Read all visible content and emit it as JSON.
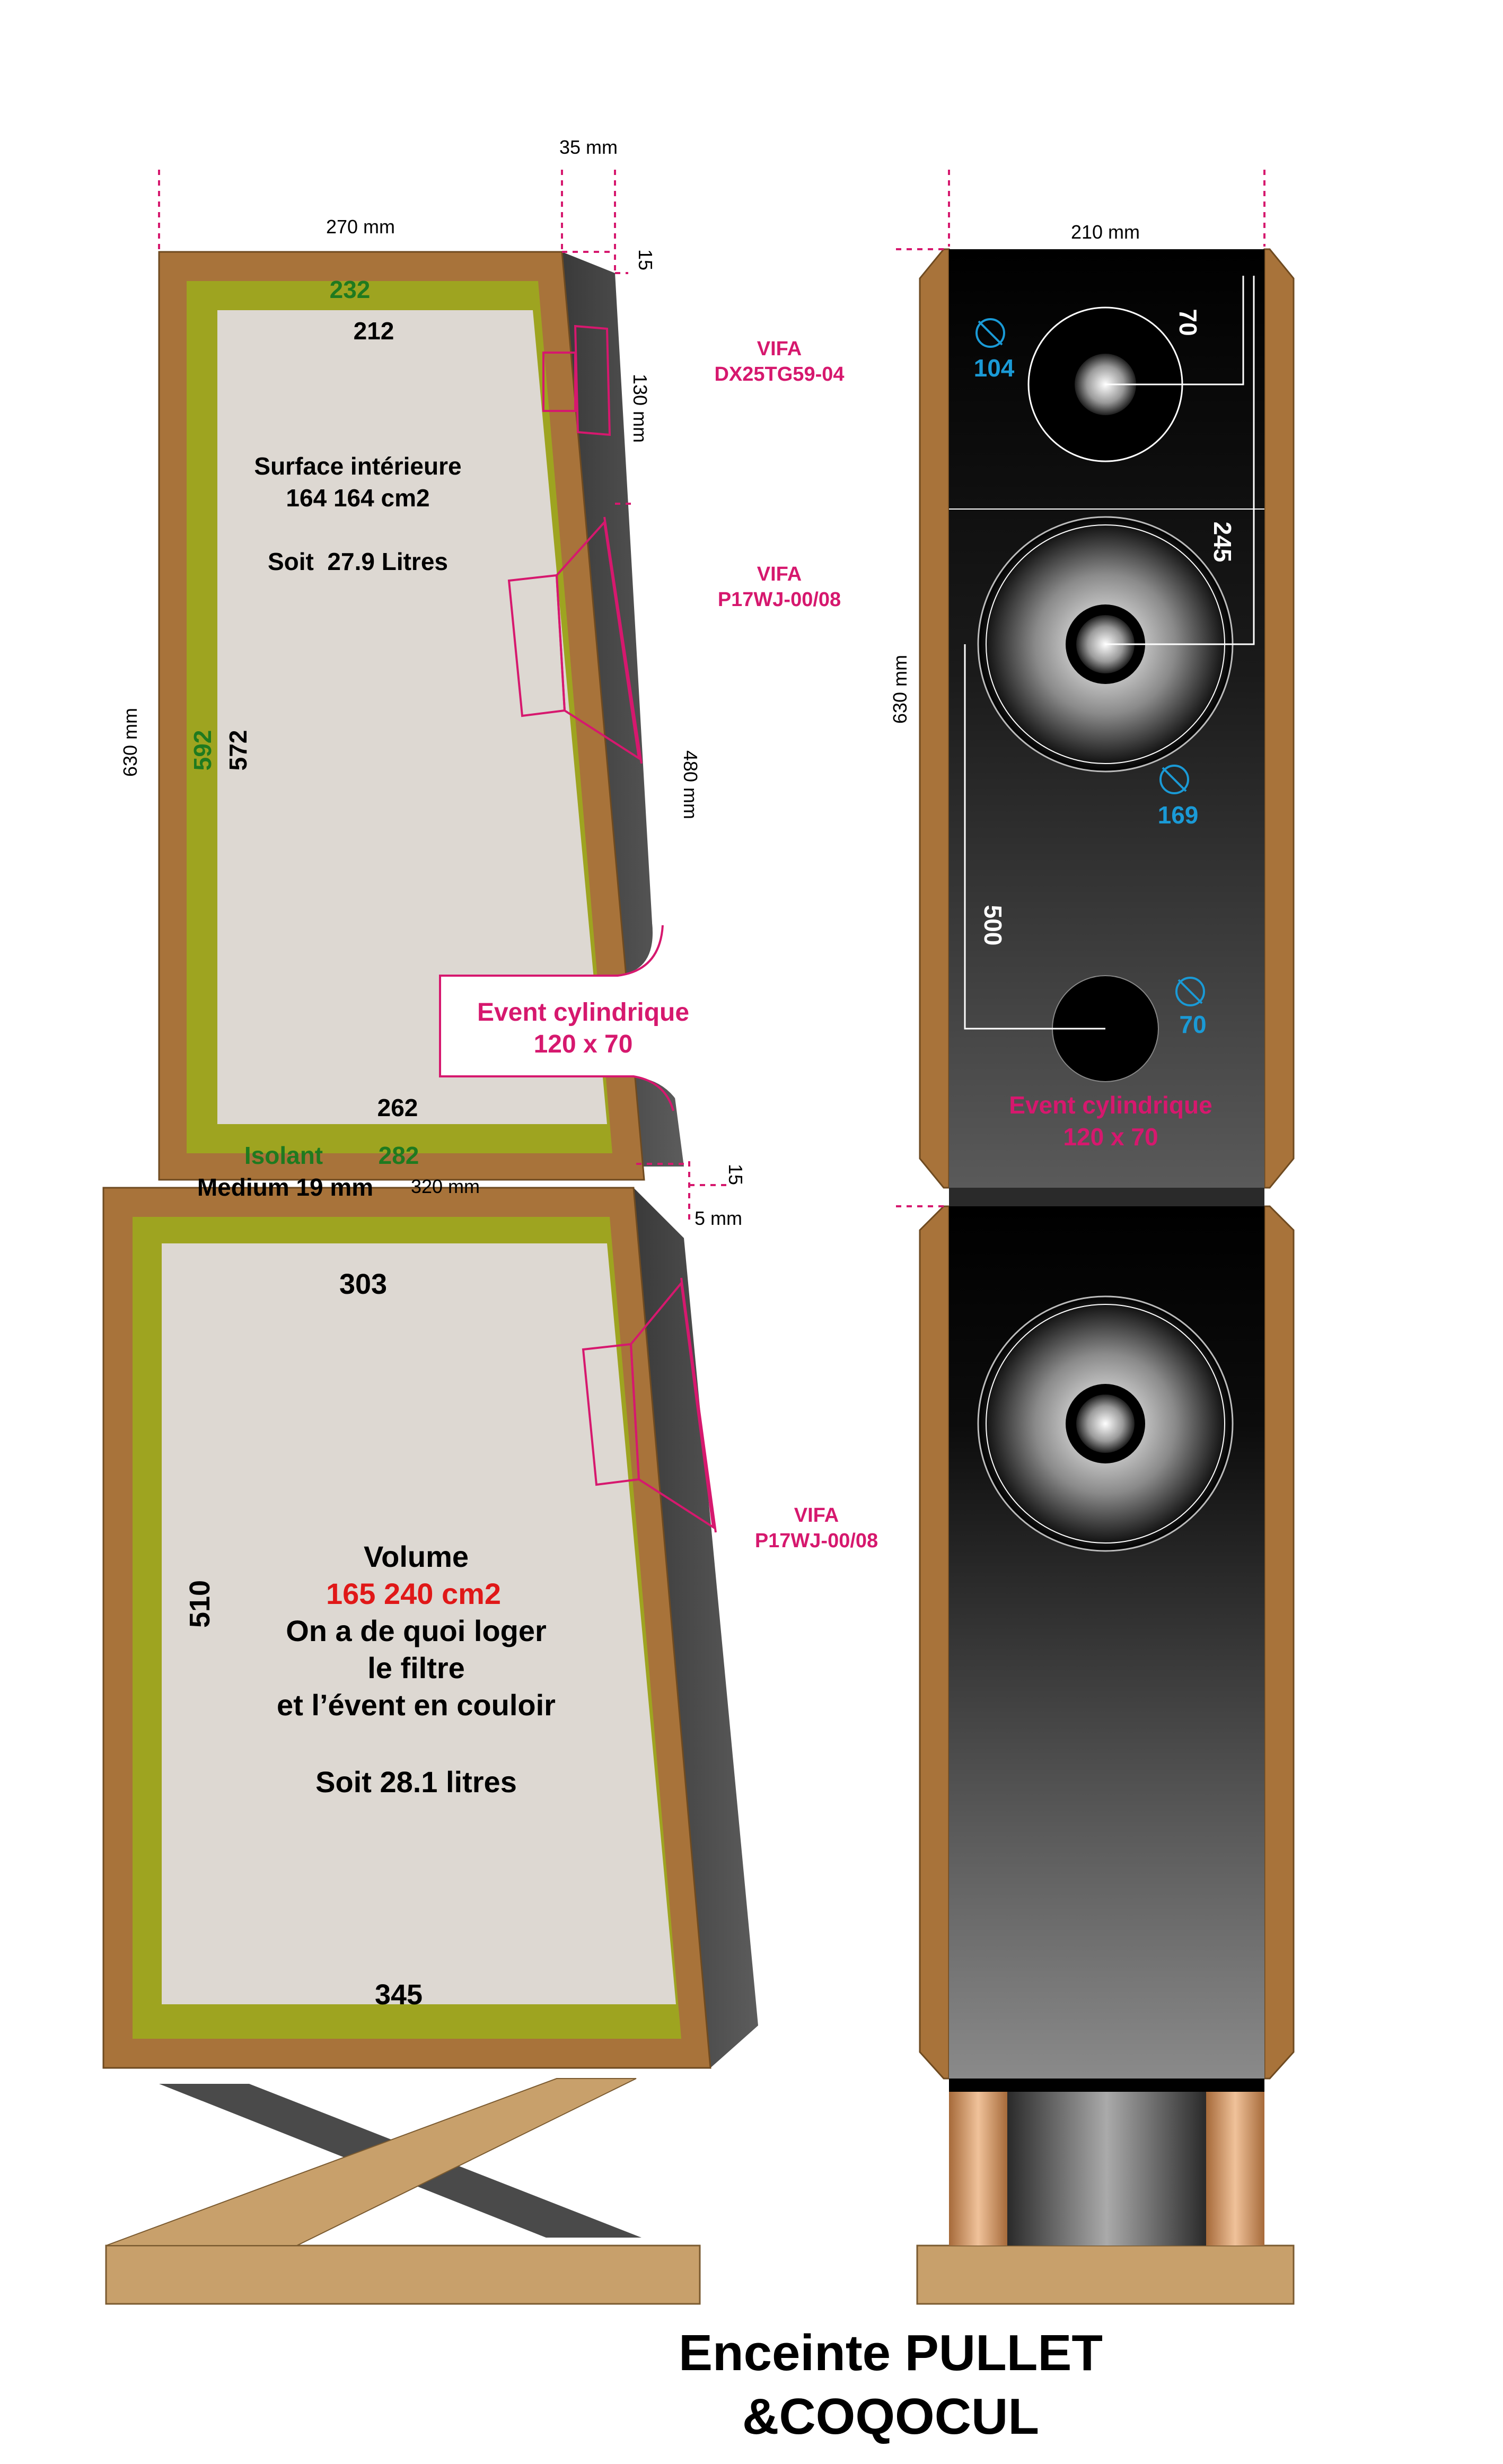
{
  "colors": {
    "medium": "#a8733a",
    "isolant": "#9ea420",
    "interior": "#ddd8d2",
    "baffle_dark": "#000000",
    "baffle_grey": "#555555",
    "plinth": "#c8a06b",
    "accent_pink": "#d6186e",
    "accent_blue": "#1a9ad6",
    "accent_green": "#1f7a1f",
    "accent_red": "#e01818"
  },
  "side_view": {
    "top_width": "270 mm",
    "baffle_thickness": "35 mm",
    "top_gap": "15",
    "tweeter_height": "130 mm",
    "woofer_zone": "480 mm",
    "height": "630 mm",
    "bottom_width": "320 mm",
    "bottom_gap": "15",
    "bottom_gap_unit": "5 mm",
    "upper_box": {
      "inner_top_isolant": "232",
      "inner_top": "212",
      "surface_title": "Surface intérieure",
      "surface_value": "164 164 cm2",
      "volume_liters": "Soit  27.9 Litres",
      "left_isolant": "592",
      "left_inner": "572",
      "bottom_inner": "262",
      "isolant_label": "Isolant",
      "bottom_isolant": "282",
      "medium_label": "Medium 19 mm"
    },
    "lower_box": {
      "top_inner": "303",
      "left_inner": "510",
      "volume_title": "Volume",
      "volume_value": "165 240 cm2",
      "note_line1": "On a de quoi loger",
      "note_line2": "le filtre",
      "note_line3": "et l’évent en couloir",
      "volume_liters": "Soit 28.1 litres",
      "bottom_inner": "345"
    },
    "tweeter": {
      "brand": "VIFA",
      "model": "DX25TG59-04"
    },
    "woofer_top": {
      "brand": "VIFA",
      "model": "P17WJ-00/08"
    },
    "woofer_bottom": {
      "brand": "VIFA",
      "model": "P17WJ-00/08"
    },
    "port": {
      "label": "Event cylindrique",
      "size": "120 x 70"
    }
  },
  "front_view": {
    "width": "210 mm",
    "height": "630 mm",
    "tweeter_offset": "70",
    "tweeter_diameter": "104",
    "woofer_offset": "245",
    "woofer_diameter": "169",
    "port_offset": "500",
    "port_diameter": "70",
    "port": {
      "label": "Event cylindrique",
      "size": "120 x 70"
    }
  },
  "title": {
    "line1": "Enceinte PULLET",
    "line2": "&COQOCUL"
  }
}
